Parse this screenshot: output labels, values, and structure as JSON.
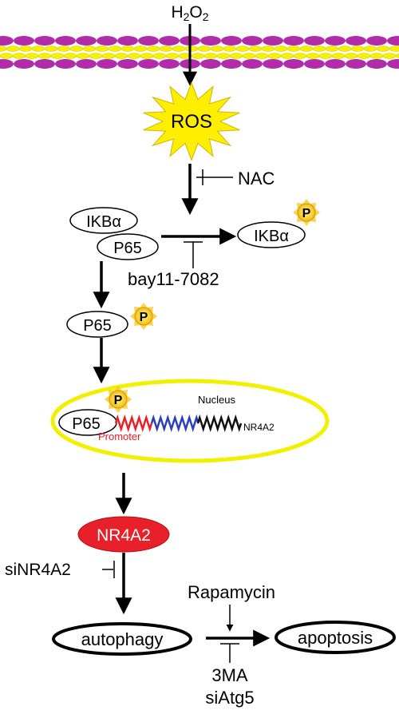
{
  "stimulus": {
    "prefix": "H",
    "subscript_1": "2",
    "middle": "O",
    "subscript_2": "2"
  },
  "ros": {
    "label": "ROS",
    "fill": "#ffee00"
  },
  "inhibitors": {
    "nac": "NAC",
    "bay": "bay11-7082",
    "sinr4a2": "siNR4A2",
    "three_ma": "3MA",
    "siatg5": "siAtg5"
  },
  "activator": {
    "rapamycin": "Rapamycin"
  },
  "proteins": {
    "ikba": "IKBα",
    "p65": "P65",
    "ikba_phospho": "IKBα",
    "p65_phospho": "P65",
    "p65_nucleus": "P65"
  },
  "phospho_mark": {
    "label": "P",
    "color": "#f5c518"
  },
  "nucleus": {
    "label": "Nucleus",
    "border_color": "#f0f000",
    "promoter_label": "Promoter",
    "gene_label": "NR4A2",
    "dna_colors": [
      "#e8202a",
      "#2a3fbf",
      "#111111"
    ]
  },
  "nr4a2_node": {
    "label": "NR4A2",
    "fill": "#e8202a"
  },
  "outcomes": {
    "autophagy": "autophagy",
    "apoptosis": "apoptosis"
  },
  "membrane": {
    "colors": [
      "#b02ca8",
      "#f6f000"
    ]
  }
}
